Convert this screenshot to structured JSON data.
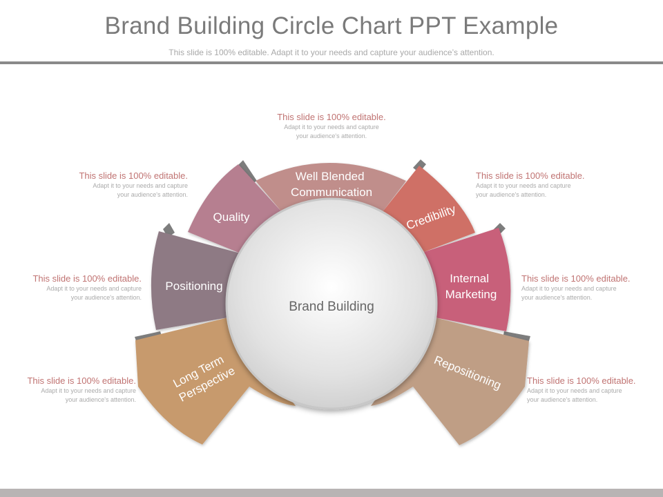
{
  "header": {
    "title": "Brand Building Circle Chart PPT Example",
    "subtitle": "This slide is 100% editable. Adapt it to your needs and capture your audience’s attention."
  },
  "center": {
    "label": "Brand Building"
  },
  "segments": [
    {
      "id": "long-term",
      "label_lines": [
        "Long Term",
        "Perspective"
      ],
      "color": "#c79a6d"
    },
    {
      "id": "positioning",
      "label_lines": [
        "Positioning"
      ],
      "color": "#8e7a84"
    },
    {
      "id": "quality",
      "label_lines": [
        "Quality"
      ],
      "color": "#b67f90"
    },
    {
      "id": "wbc",
      "label_lines": [
        "Well Blended",
        "Communication"
      ],
      "color": "#c08e8b"
    },
    {
      "id": "credibility",
      "label_lines": [
        "Credibility"
      ],
      "color": "#cf7066"
    },
    {
      "id": "internal",
      "label_lines": [
        "Internal",
        "Marketing"
      ],
      "color": "#c8607a"
    },
    {
      "id": "repositioning",
      "label_lines": [
        "Repositioning"
      ],
      "color": "#bf9e85"
    }
  ],
  "notes": [
    {
      "id": "top",
      "head": "This slide is 100% editable.",
      "body_lines": [
        "Adapt it to your needs and capture",
        "your audience's attention."
      ]
    },
    {
      "id": "upper-left",
      "head": "This slide is 100% editable.",
      "body_lines": [
        "Adapt it to your needs and capture",
        "your audience's attention."
      ]
    },
    {
      "id": "upper-right",
      "head": "This slide is 100% editable.",
      "body_lines": [
        "Adapt it to your needs and capture",
        "your audience's attention."
      ]
    },
    {
      "id": "mid-left",
      "head": "This slide is 100% editable.",
      "body_lines": [
        "Adapt it to your needs and capture",
        "your audience's attention."
      ]
    },
    {
      "id": "mid-right",
      "head": "This slide is 100% editable.",
      "body_lines": [
        "Adapt it to your needs and capture",
        "your audience's attention."
      ]
    },
    {
      "id": "lower-left",
      "head": "This slide is 100% editable.",
      "body_lines": [
        "Adapt it to your needs and capture",
        "your audience's attention."
      ]
    },
    {
      "id": "lower-right",
      "head": "This slide is 100% editable.",
      "body_lines": [
        "Adapt it to your needs and capture",
        "your audience's attention."
      ]
    }
  ]
}
